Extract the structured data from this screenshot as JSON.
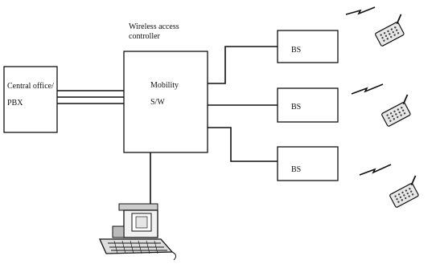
{
  "diagram": {
    "controller_caption": [
      "Wireless access",
      "controller"
    ],
    "central_office": [
      "Central office/",
      "PBX"
    ],
    "controller_box": [
      "Mobility",
      "S/W"
    ],
    "base_stations": [
      "BS",
      "BS",
      "BS"
    ],
    "icons": {
      "terminal": "computer-terminal-icon",
      "handset": "cordless-handset-icon",
      "radio_link": "lightning-bolt-icon"
    }
  }
}
